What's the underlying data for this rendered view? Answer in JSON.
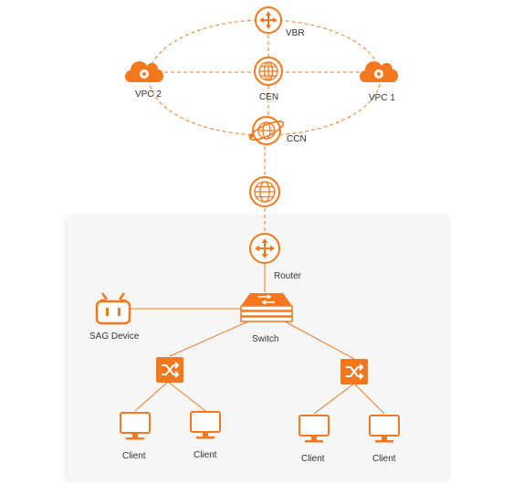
{
  "colors": {
    "accent": "#f5781e",
    "panel_bg": "#f7f7f7",
    "text": "#333333"
  },
  "nodes": {
    "vbr": {
      "label": "VBR",
      "icon": "router-icon"
    },
    "vpc2": {
      "label": "VPC 2",
      "icon": "cloud-icon"
    },
    "cen": {
      "label": "CEN",
      "icon": "globe-icon"
    },
    "vpc1": {
      "label": "VPC 1",
      "icon": "cloud-icon"
    },
    "ccn": {
      "label": "CCN",
      "icon": "orbit-globe-icon"
    },
    "internet": {
      "label": "",
      "icon": "globe-icon"
    },
    "router": {
      "label": "Router",
      "icon": "router-icon"
    },
    "sag": {
      "label": "SAG Device",
      "icon": "sag-device-icon"
    },
    "switch": {
      "label": "Switch",
      "icon": "switch-icon"
    },
    "switch_left": {
      "label": "",
      "icon": "access-switch-icon"
    },
    "switch_right": {
      "label": "",
      "icon": "access-switch-icon"
    },
    "clients": [
      {
        "label": "Client",
        "icon": "monitor-icon"
      },
      {
        "label": "Client",
        "icon": "monitor-icon"
      },
      {
        "label": "Client",
        "icon": "monitor-icon"
      },
      {
        "label": "Client",
        "icon": "monitor-icon"
      }
    ]
  }
}
